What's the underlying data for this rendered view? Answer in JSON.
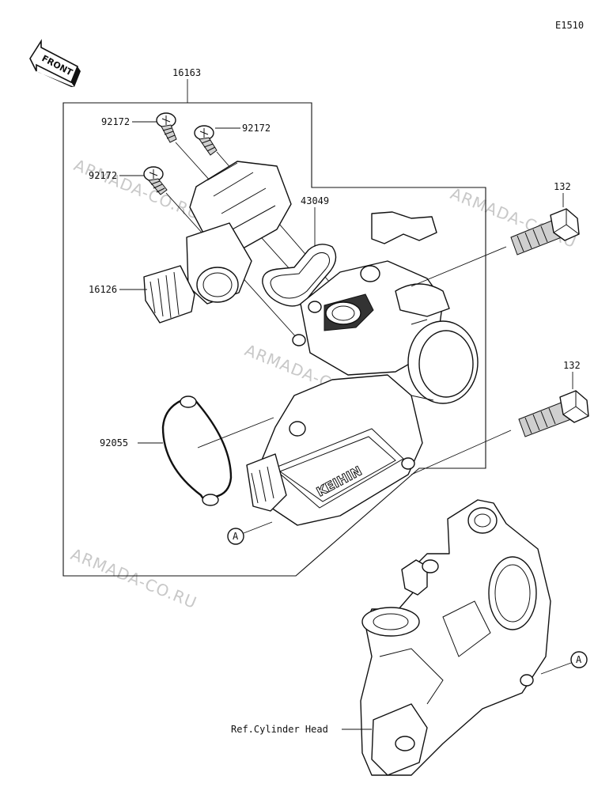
{
  "diagram_code": "E1510",
  "front_label": "FRONT",
  "watermark": "ARMADA-CO.RU",
  "ref_label": "Ref.Cylinder Head",
  "callout_a": "A",
  "parts": {
    "assembly": "16163",
    "screw_1": "92172",
    "screw_2": "92172",
    "screw_3": "92172",
    "gasket_43049": "43049",
    "sensor_16126": "16126",
    "gasket_92055": "92055",
    "bolt_upper": "132",
    "bolt_lower": "132"
  }
}
